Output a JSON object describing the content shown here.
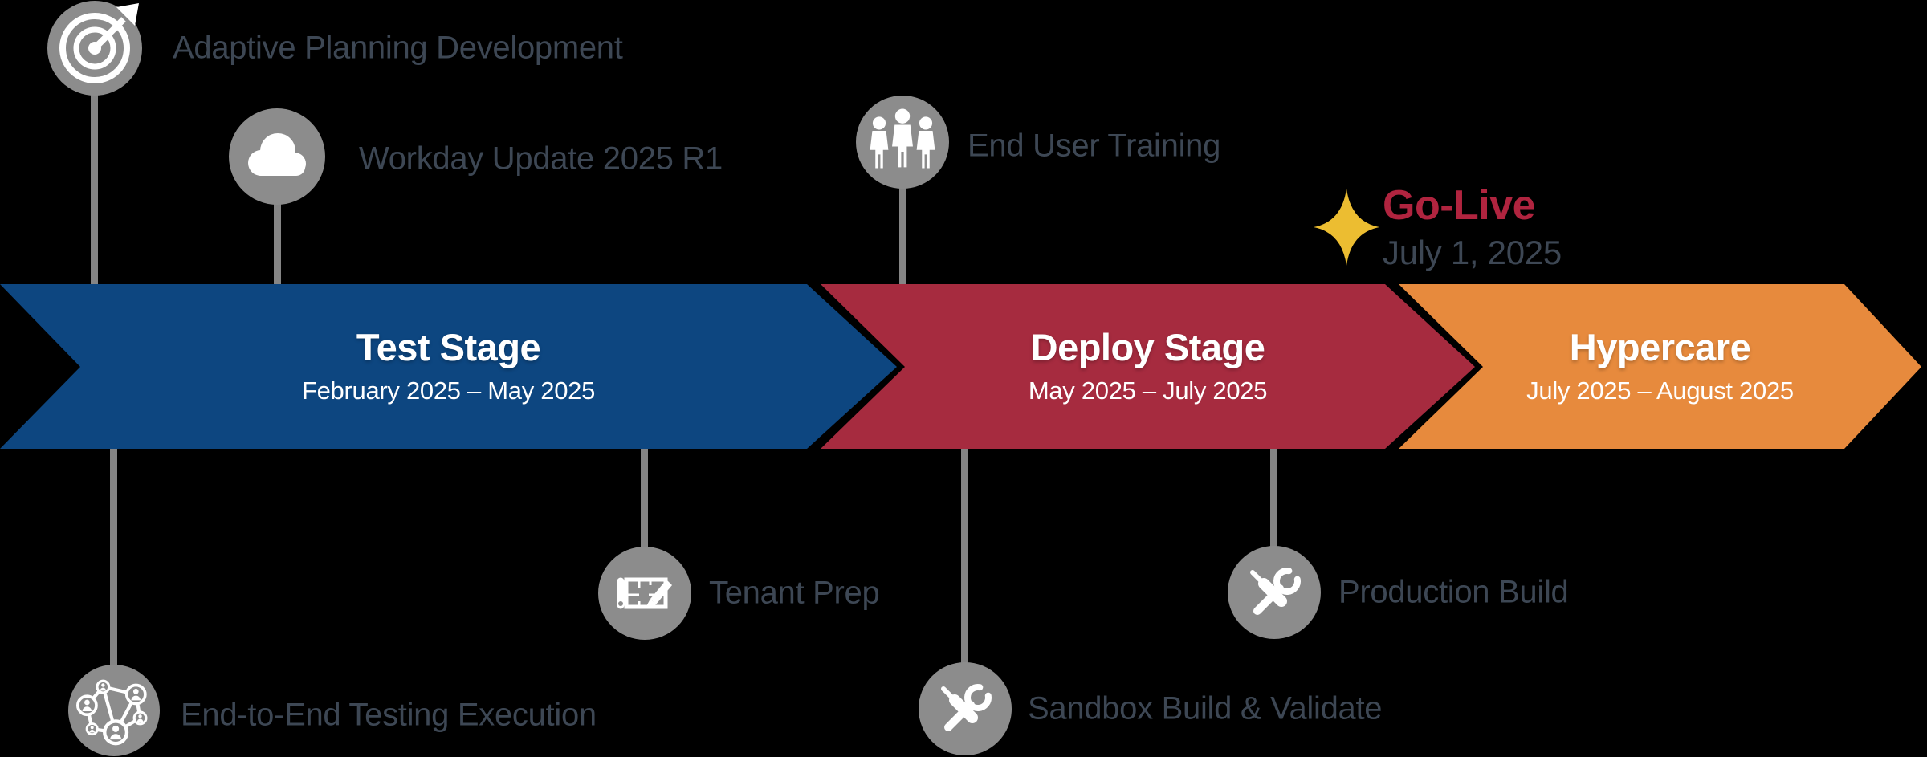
{
  "background_color": "#000000",
  "stages": [
    {
      "title": "Test Stage",
      "dates": "February 2025 – May 2025",
      "color": "#0D4680"
    },
    {
      "title": "Deploy Stage",
      "dates": "May 2025 – July 2025",
      "color": "#A62B3F"
    },
    {
      "title": "Hypercare",
      "dates": "July 2025 – August 2025",
      "color": "#E78A3D"
    }
  ],
  "milestones_top": [
    {
      "icon": "target-icon",
      "label": "Adaptive Planning Development"
    },
    {
      "icon": "cloud-icon",
      "label": "Workday Update 2025 R1"
    },
    {
      "icon": "people-icon",
      "label": "End User Training"
    }
  ],
  "milestones_bottom": [
    {
      "icon": "network-icon",
      "label": "End-to-End Testing Execution"
    },
    {
      "icon": "blueprint-icon",
      "label": "Tenant Prep"
    },
    {
      "icon": "tools-icon",
      "label": "Sandbox Build & Validate"
    },
    {
      "icon": "tools-icon",
      "label": "Production Build"
    }
  ],
  "golive": {
    "icon": "star-icon",
    "label": "Go-Live",
    "date": "July 1, 2025",
    "label_color": "#B0243F",
    "star_color": "#ECBD31"
  },
  "palette": {
    "circle_gray": "#8C8C8C",
    "stem_gray": "#858585",
    "glyph_white": "#FFFFFF",
    "label_text": "#3D4754",
    "stage_text": "#FFFFFF"
  }
}
